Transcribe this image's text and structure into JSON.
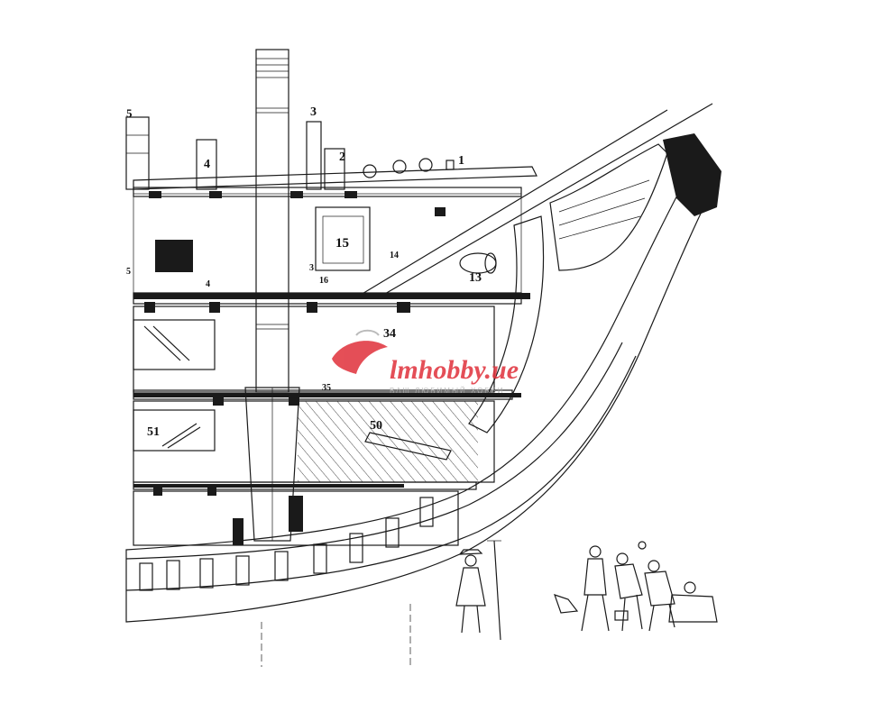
{
  "callouts": [
    {
      "id": "c1",
      "text": "1"
    },
    {
      "id": "c2",
      "text": "2"
    },
    {
      "id": "c3a",
      "text": "3"
    },
    {
      "id": "c3b",
      "text": "3"
    },
    {
      "id": "c4a",
      "text": "4"
    },
    {
      "id": "c4b",
      "text": "4"
    },
    {
      "id": "c5a",
      "text": "5"
    },
    {
      "id": "c5b",
      "text": "5"
    },
    {
      "id": "c13",
      "text": "13"
    },
    {
      "id": "c14",
      "text": "14"
    },
    {
      "id": "c15",
      "text": "15"
    },
    {
      "id": "c16",
      "text": "16"
    },
    {
      "id": "c34",
      "text": "34"
    },
    {
      "id": "c35",
      "text": "35"
    },
    {
      "id": "c50",
      "text": "50"
    },
    {
      "id": "c51",
      "text": "51"
    }
  ],
  "watermark": {
    "brand": "lmhobby.ue",
    "tagline": "ВАШ ЛЮБИМЫЙ ХОББИ"
  },
  "colors": {
    "ink": "#1a1a1a",
    "watermark": "#e0303a",
    "watermark_shade": "#b0b0b0"
  }
}
